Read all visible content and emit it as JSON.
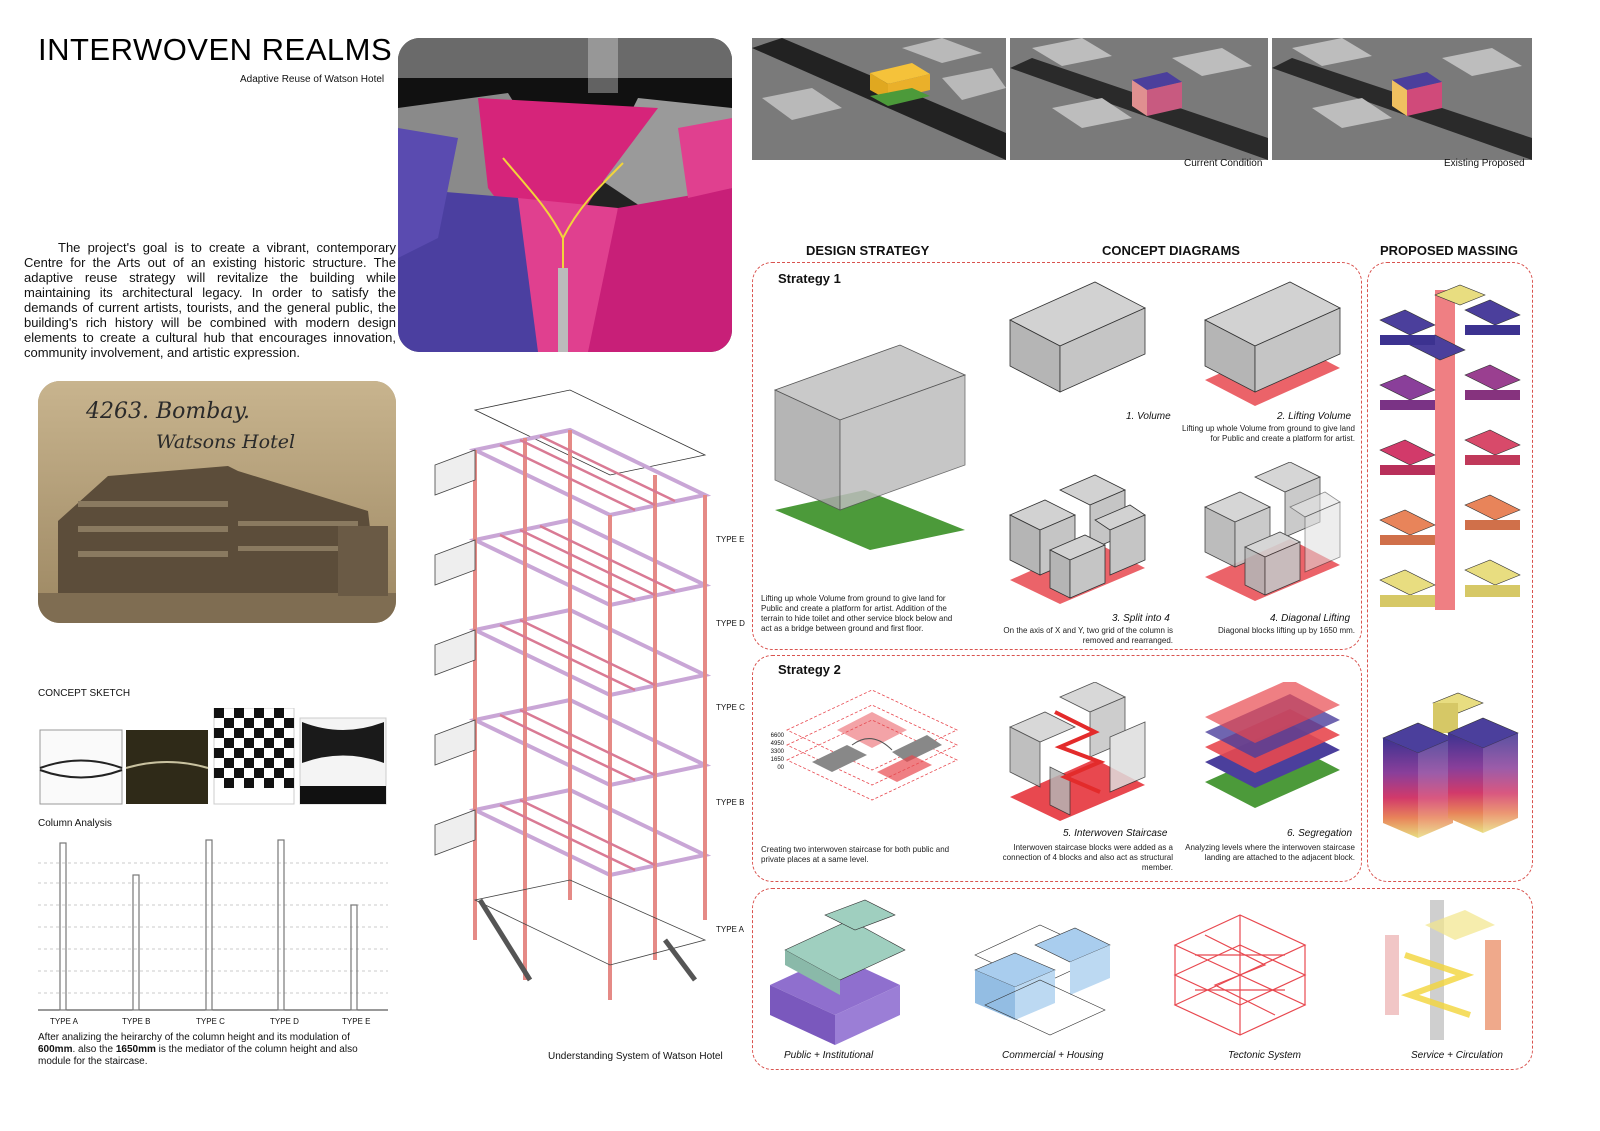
{
  "header": {
    "title": "INTERWOVEN REALMS",
    "subtitle": "Adaptive Reuse of Watson Hotel"
  },
  "intro_text": "The project's goal is to create a vibrant, contemporary Centre for the Arts out of an existing historic structure. The adaptive reuse strategy will revitalize the building while maintaining its architectural legacy. In order to satisfy the demands of current artists, tourists, and the general public, the building's rich history will be combined with modern design elements to create a cultural hub that encourages innovation, community involvement, and artistic expression.",
  "historic_photo": {
    "inscription_line1": "4263. Bombay.",
    "inscription_line2": "Watsons Hotel"
  },
  "site_views": {
    "caption_current": "Current Condition",
    "caption_proposed": "Existing Proposed"
  },
  "concept_sketch": {
    "heading": "CONCEPT SKETCH"
  },
  "column_analysis": {
    "heading": "Column Analysis",
    "types": [
      "TYPE A",
      "TYPE B",
      "TYPE C",
      "TYPE D",
      "TYPE E"
    ],
    "note_part1": "After analizing the heirarchy of the column height and its modulation of ",
    "note_bold1": "600mm",
    "note_part2": ". also the ",
    "note_bold2": "1650mm",
    "note_part3": " is the mediator of the column height and also module for the staircase."
  },
  "system": {
    "caption": "Understanding System of Watson Hotel",
    "type_labels": [
      "TYPE E",
      "TYPE D",
      "TYPE C",
      "TYPE B",
      "TYPE A"
    ]
  },
  "sections": {
    "design_strategy": "DESIGN STRATEGY",
    "concept_diagrams": "CONCEPT DIAGRAMS",
    "proposed_massing": "PROPOSED MASSING"
  },
  "strategy1": {
    "label": "Strategy 1",
    "note": "Lifting up whole Volume from ground to give land for Public and create a platform for artist. Addition of the terrain to hide toilet and other service block below and act as a bridge between ground and first floor.",
    "diagrams": [
      {
        "title": "1. Volume",
        "desc": ""
      },
      {
        "title": "2. Lifting Volume",
        "desc": "Lifting up whole Volume from ground to give land for Public and create a platform for artist."
      },
      {
        "title": "3. Split into 4",
        "desc": "On the axis of X and Y, two grid of the column is removed and rearranged."
      },
      {
        "title": "4. Diagonal Lifting",
        "desc": "Diagonal blocks lifting up by 1650 mm."
      }
    ]
  },
  "strategy2": {
    "label": "Strategy 2",
    "levels": [
      "6600",
      "4950",
      "3300",
      "1650",
      "00"
    ],
    "note": "Creating two interwoven staircase for both public and private places at a same level.",
    "diagrams": [
      {
        "title": "5. Interwoven Staircase",
        "desc": "Interwoven staircase blocks were added as a connection of 4 blocks and also act as structural member."
      },
      {
        "title": "6. Segregation",
        "desc": "Analyzing levels where the interwoven staircase landing are attached to the adjacent block."
      }
    ]
  },
  "systems_row": [
    {
      "caption": "Public + Institutional"
    },
    {
      "caption": "Commercial + Housing"
    },
    {
      "caption": "Tectonic System"
    },
    {
      "caption": "Service + Circulation"
    }
  ],
  "colors": {
    "accent_red": "#e8484f",
    "massing_purple": "#4b3f9c",
    "magenta": "#d6247a",
    "grass": "#4c9a3a",
    "teal": "#9fcfbf",
    "blue": "#a9cdee"
  }
}
